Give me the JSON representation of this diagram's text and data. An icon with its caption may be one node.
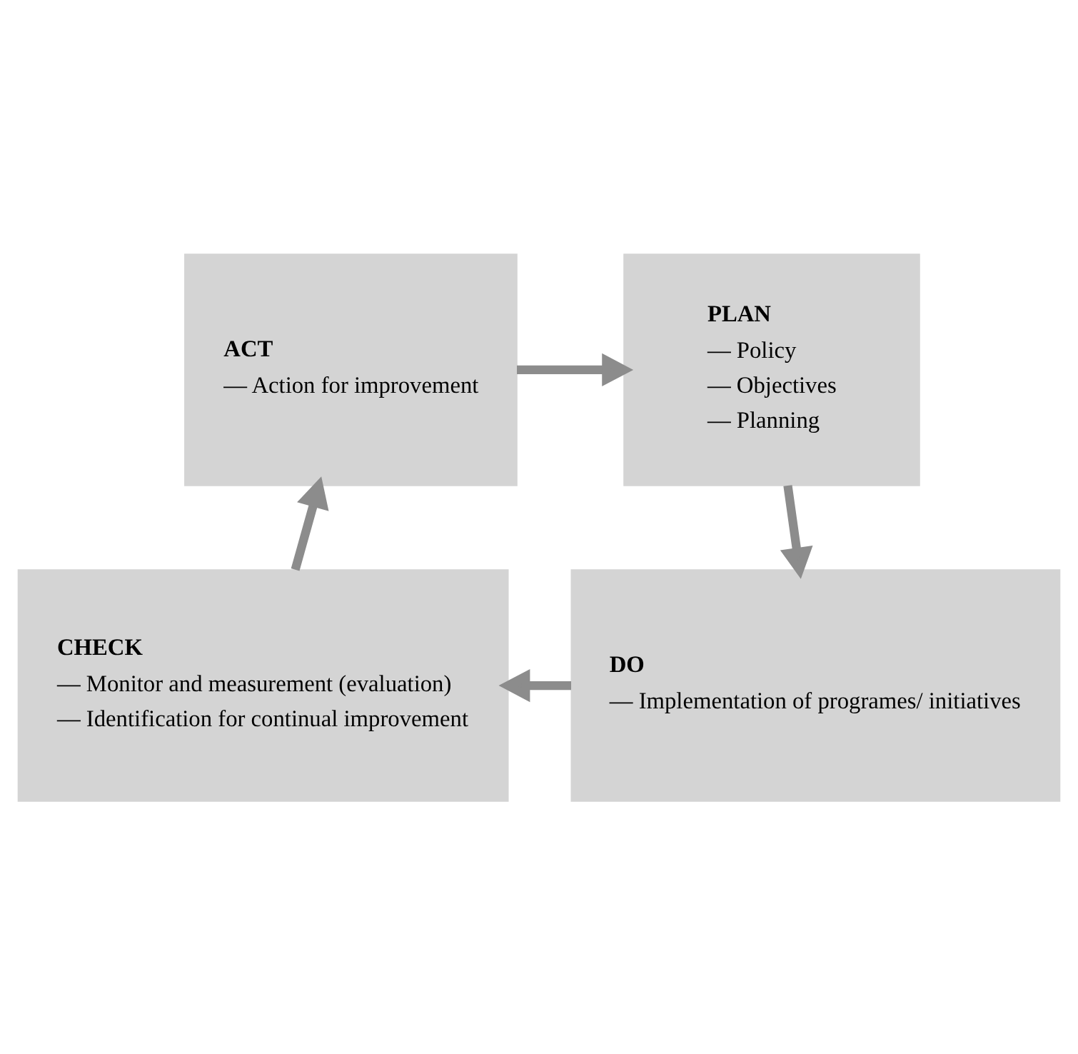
{
  "diagram": {
    "nodes": [
      {
        "text": [
          "ACT",
          "— Action for improvement"
        ]
      },
      {
        "text": [
          "PLAN",
          "— Policy",
          "— Objectives",
          "— Planning"
        ]
      },
      {
        "text": [
          "CHECK",
          "— Monitor and measurement (evaluation)",
          "— Identification for continual improvement"
        ]
      },
      {
        "text": [
          "DO",
          "— Implementation of programes/ initiatives"
        ]
      }
    ],
    "edges": [
      {
        "from": 0,
        "to": 1,
        "arrow": "to"
      },
      {
        "from": 1,
        "to": 3,
        "arrow": "to"
      },
      {
        "from": 3,
        "to": 2,
        "arrow": "to"
      },
      {
        "from": 2,
        "to": 0,
        "arrow": "to"
      }
    ]
  }
}
